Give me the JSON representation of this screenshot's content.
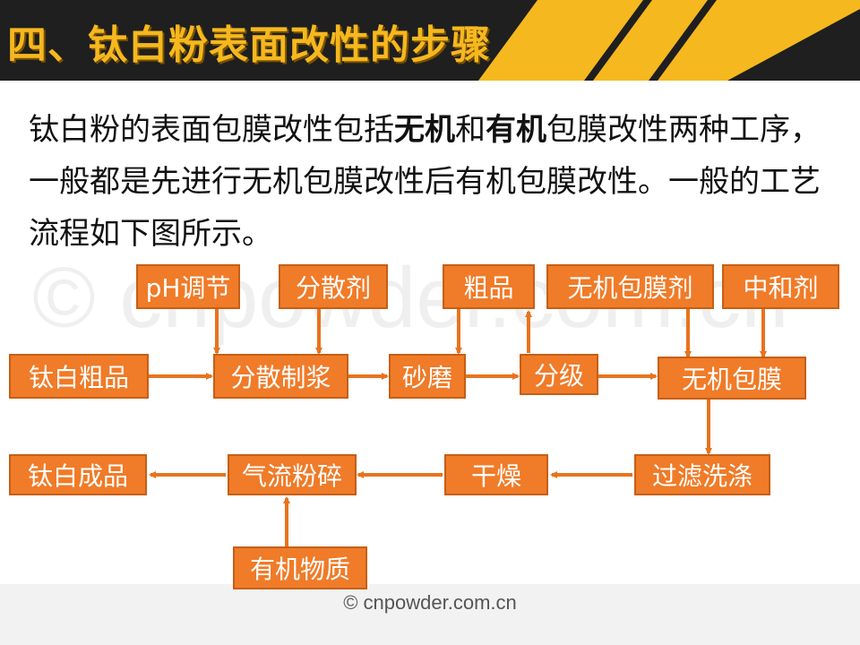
{
  "header": {
    "title": "四、钛白粉表面改性的步骤"
  },
  "intro": {
    "segments": [
      {
        "text": "钛白粉的表面包膜改性包括",
        "bold": false
      },
      {
        "text": "无机",
        "bold": true
      },
      {
        "text": "和",
        "bold": false
      },
      {
        "text": "有机",
        "bold": true
      },
      {
        "text": "包膜改性两种工序，一般都是先进行无机包膜改性后有机包膜改性。一般的工艺流程如下图所示。",
        "bold": false
      }
    ]
  },
  "flowchart": {
    "nodes": {
      "ph": "pH调节",
      "dispersant": "分散剂",
      "coarse": "粗品",
      "inorganic_agent": "无机包膜剂",
      "neutralizer": "中和剂",
      "raw": "钛白粗品",
      "slurry": "分散制浆",
      "grind": "砂磨",
      "classify": "分级",
      "inorganic_coat": "无机包膜",
      "filter_wash": "过滤洗涤",
      "dry": "干燥",
      "jet_mill": "气流粉碎",
      "product": "钛白成品",
      "organic": "有机物质"
    }
  },
  "watermark": {
    "large": "© cnpowder.com.cn",
    "footer": "© cnpowder.com.cn"
  },
  "colors": {
    "node_fill": "#f07b28",
    "node_border": "#c65f14",
    "header_bg": "#1f1f1f",
    "header_text": "#f6b81f"
  }
}
